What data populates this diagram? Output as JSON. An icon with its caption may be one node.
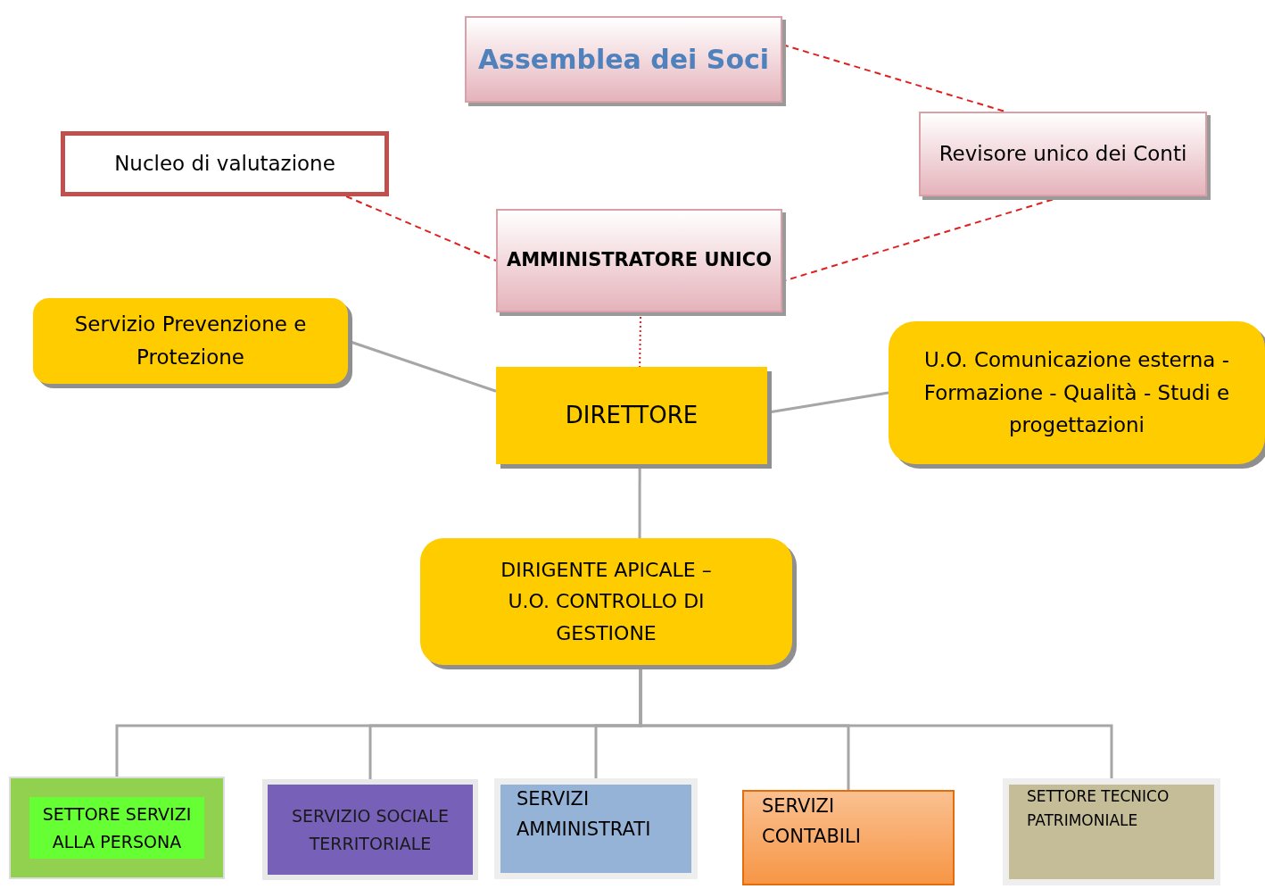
{
  "diagram": {
    "nodes": [
      {
        "text": [
          "Assemblea dei Soci"
        ]
      },
      {
        "text": [
          "Revisore unico dei Conti"
        ]
      },
      {
        "text": [
          "Nucleo di valutazione"
        ]
      },
      {
        "text": [
          "AMMINISTRATORE UNICO"
        ]
      },
      {
        "text": [
          "Servizio Prevenzione e Protezione"
        ]
      },
      {
        "text": [
          "DIRETTORE"
        ]
      },
      {
        "text": [
          "U.O.  Comunicazione esterna - Formazione  - Qualità - Studi e progettazioni"
        ]
      },
      {
        "text": [
          "DIRIGENTE APICALE – U.O. CONTROLLO DI GESTIONE"
        ]
      },
      {
        "text": [
          "SETTORE SERVIZI ALLA PERSONA"
        ]
      },
      {
        "text": [
          "SERVIZIO SOCIALE TERRITORIALE"
        ]
      },
      {
        "text": [
          "SERVIZI AMMINISTRATI"
        ]
      },
      {
        "text": [
          "SERVIZI CONTABILI"
        ]
      },
      {
        "text": [
          "SETTORE  TECNICO PATRIMONIALE"
        ]
      }
    ],
    "edges": [
      {
        "from": 0,
        "to": 1,
        "arrow": "none",
        "style": "dashed",
        "color": "#e02020"
      },
      {
        "from": 2,
        "to": 3,
        "arrow": "none",
        "style": "dashed",
        "color": "#e02020"
      },
      {
        "from": 1,
        "to": 3,
        "arrow": "none",
        "style": "dashed",
        "color": "#e02020"
      },
      {
        "from": 3,
        "to": 5,
        "arrow": "none",
        "style": "dashed",
        "color": "#e02020"
      },
      {
        "from": 4,
        "to": 5,
        "arrow": "none"
      },
      {
        "from": 6,
        "to": 5,
        "arrow": "none"
      },
      {
        "from": 5,
        "to": 7,
        "arrow": "none"
      },
      {
        "from": 7,
        "to": 8,
        "arrow": "none"
      },
      {
        "from": 7,
        "to": 9,
        "arrow": "none"
      },
      {
        "from": 7,
        "to": 10,
        "arrow": "none"
      },
      {
        "from": 7,
        "to": 11,
        "arrow": "none"
      },
      {
        "from": 7,
        "to": 12,
        "arrow": "none"
      }
    ]
  }
}
